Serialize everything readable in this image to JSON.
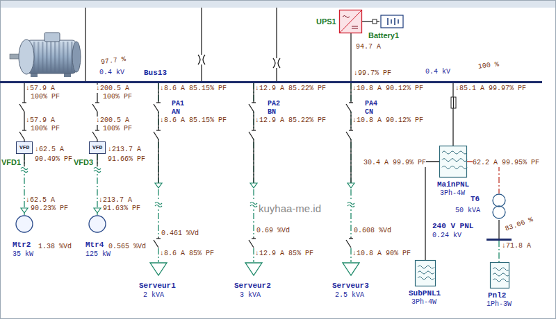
{
  "diagram": {
    "nodes": [
      {
        "text": [
          "97.7 %",
          "0.4 kV",
          "Bus13",
          "0.4 kV",
          "100 %"
        ]
      },
      {
        "text": [
          "UPS1"
        ]
      },
      {
        "text": [
          "Battery1"
        ]
      },
      {
        "text": [
          "VFD",
          "VFD1"
        ]
      },
      {
        "text": [
          "VFD",
          "VFD3"
        ]
      },
      {
        "text": [
          "Mtr2",
          "35 kW"
        ]
      },
      {
        "text": [
          "Mtr4",
          "125 kW"
        ]
      },
      {
        "text": [
          "Serveur1",
          "2 kVA"
        ]
      },
      {
        "text": [
          "Serveur2",
          "3 kVA"
        ]
      },
      {
        "text": [
          "Serveur3",
          "2.5 kVA"
        ]
      },
      {
        "text": [
          "MainPNL",
          "3Ph-4W"
        ]
      },
      {
        "text": [
          "T6",
          "50 kVA"
        ]
      },
      {
        "text": [
          "240 V PNL",
          "0.24 kV",
          "83.06 %"
        ]
      },
      {
        "text": [
          "SubPNL1",
          "3Ph-4W"
        ]
      },
      {
        "text": [
          "Pnl2",
          "1Ph-3W"
        ]
      }
    ],
    "edges": [
      {
        "from": 1,
        "to": 2,
        "arrow": "none"
      },
      {
        "from": 1,
        "to": 0,
        "arrow": "none"
      },
      {
        "from": 0,
        "to": 3,
        "arrow": "none"
      },
      {
        "from": 0,
        "to": 4,
        "arrow": "none"
      },
      {
        "from": 3,
        "to": 5,
        "arrow": "none"
      },
      {
        "from": 4,
        "to": 6,
        "arrow": "none"
      },
      {
        "from": 0,
        "to": 7,
        "arrow": "none"
      },
      {
        "from": 0,
        "to": 8,
        "arrow": "none"
      },
      {
        "from": 0,
        "to": 9,
        "arrow": "none"
      },
      {
        "from": 0,
        "to": 10,
        "arrow": "none"
      },
      {
        "from": 10,
        "to": 13,
        "arrow": "none"
      },
      {
        "from": 10,
        "to": 11,
        "arrow": "none"
      },
      {
        "from": 11,
        "to": 12,
        "arrow": "none"
      },
      {
        "from": 12,
        "to": 14,
        "arrow": "none"
      }
    ],
    "labels": [
      "↓57.9 A",
      "100% PF",
      "↓200.5 A",
      "100% PF",
      "↓8.6 A 85.15% PF",
      "↓12.9 A 85.22% PF",
      "94.7 A",
      "↓99.7% PF",
      "↓10.8 A 90.12% PF",
      "↓85.1 A 99.97% PF",
      "PA1",
      "AN",
      "PA2",
      "BN",
      "PA4",
      "CN",
      "↓57.9 A",
      "100% PF",
      "↓200.5 A",
      "100% PF",
      "↓8.6 A 85.15% PF",
      "↓12.9 A 85.22% PF",
      "↓10.8 A 90.12% PF",
      "↓62.5 A",
      "90.49% PF",
      "↓213.7 A",
      "91.66% PF",
      "30.4 A 99.9% PF",
      "62.2 A 99.95% PF",
      "↓62.5 A",
      "90.23% PF",
      "↓213.7 A",
      "91.63% PF",
      "1.38 %Vd",
      "0.565 %Vd",
      "0.461 %Vd",
      "0.69 %Vd",
      "0.608 %Vd",
      "↓8.6 A 85% PF",
      "↓12.9 A 85% PF",
      "↓10.8 A 90% PF",
      "↓71.8 A",
      "kuyhaa-me.id"
    ]
  }
}
